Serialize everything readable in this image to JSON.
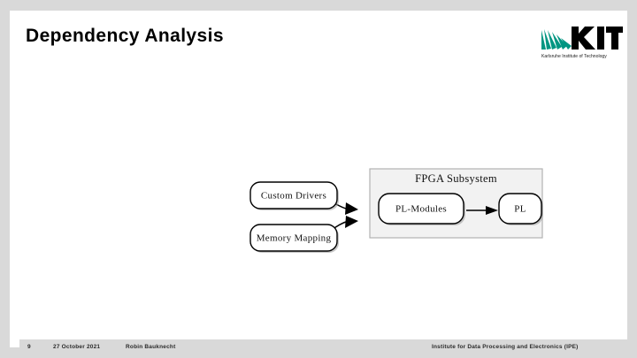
{
  "slide": {
    "title": "Dependency Analysis",
    "logo": {
      "name": "kit-logo",
      "wordmark": "KIT",
      "tagline": "Karlsruhe Institute of Technology",
      "fan_color": "#009682",
      "wordmark_color": "#000000"
    }
  },
  "diagram": {
    "type": "flow",
    "nodes": [
      {
        "id": "custom-drivers",
        "label": "Custom Drivers",
        "shape": "rounded-rect"
      },
      {
        "id": "memory-mapping",
        "label": "Memory Mapping",
        "shape": "rounded-rect"
      },
      {
        "id": "pl-modules",
        "label": "PL-Modules",
        "shape": "rounded-rect"
      },
      {
        "id": "pl",
        "label": "PL",
        "shape": "rounded-rect"
      }
    ],
    "groups": [
      {
        "id": "fpga-subsystem",
        "label": "FPGA Subsystem",
        "contains": [
          "pl-modules",
          "pl"
        ]
      }
    ],
    "edges": [
      {
        "from": "custom-drivers",
        "to": "pl-modules",
        "arrow": "end"
      },
      {
        "from": "memory-mapping",
        "to": "pl-modules",
        "arrow": "end"
      },
      {
        "from": "pl-modules",
        "to": "pl",
        "arrow": "end"
      }
    ]
  },
  "footer": {
    "page": "9",
    "date": "27 October 2021",
    "author": "Robin Bauknecht",
    "institute": "Institute for Data Processing and Electronics (IPE)"
  }
}
